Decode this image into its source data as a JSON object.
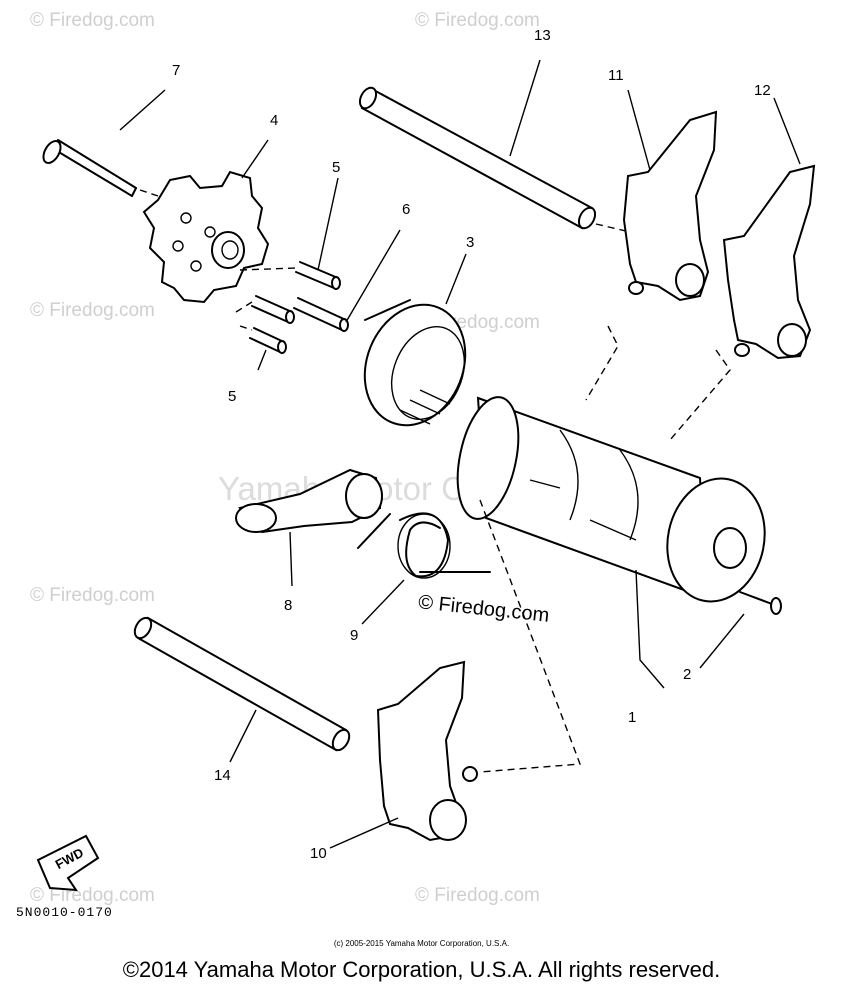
{
  "watermarks": {
    "corner_text": "© Firedog.com",
    "center_text": "Yamaha Motor Corp., U.S.A."
  },
  "stamp": "© Firedog.com",
  "labels": {
    "l1": "1",
    "l2": "2",
    "l3": "3",
    "l4": "4",
    "l5a": "5",
    "l5b": "5",
    "l6": "6",
    "l7": "7",
    "l8": "8",
    "l9": "9",
    "l10": "10",
    "l11": "11",
    "l12": "12",
    "l13": "13",
    "l14": "14"
  },
  "fwd_mark": "FWD",
  "drawing_code": "5N0010-0170",
  "small_copyright": "(c) 2005-2015 Yamaha Motor Corporation, U.S.A.",
  "copyright": "©2014 Yamaha Motor Corporation, U.S.A. All rights reserved."
}
